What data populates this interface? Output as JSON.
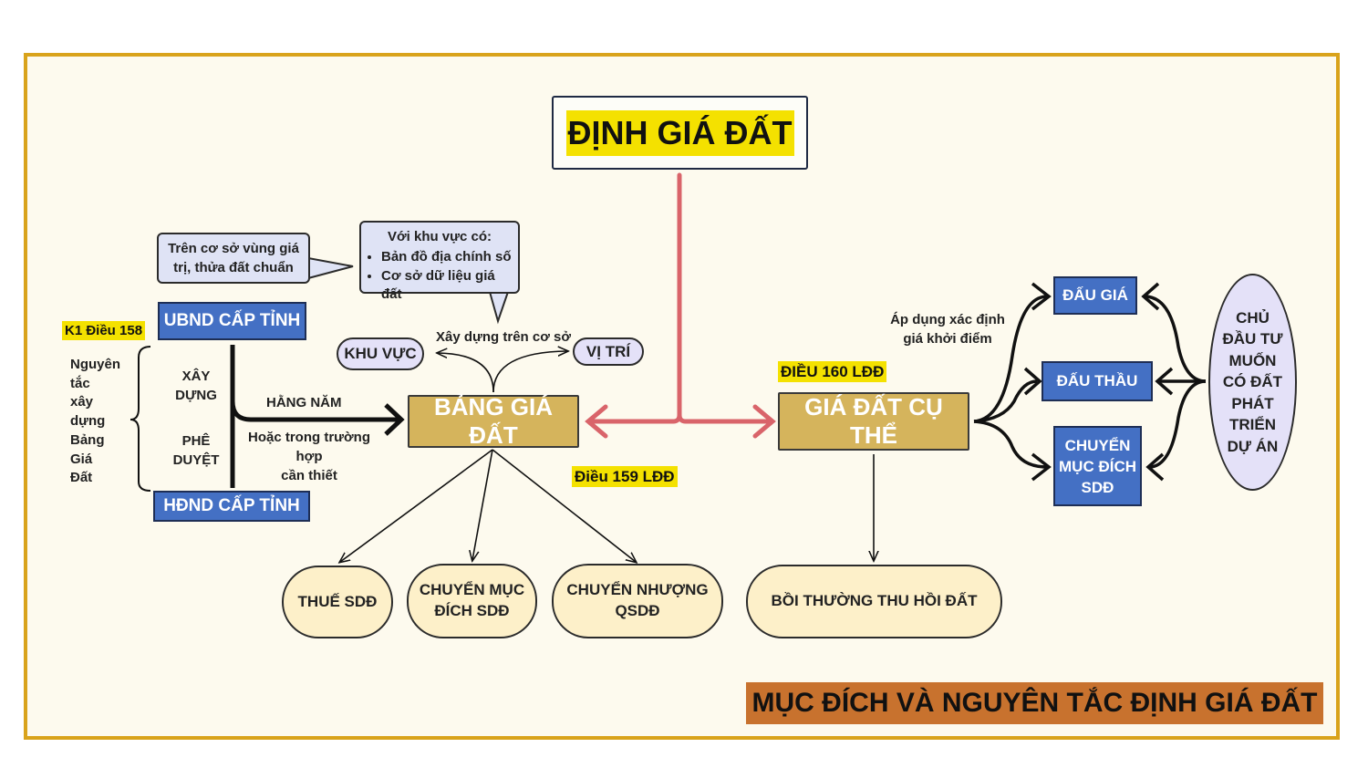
{
  "title": "ĐỊNH GIÁ ĐẤT",
  "footer": "MỤC ĐÍCH VÀ NGUYÊN TẮC ĐỊNH GIÁ ĐẤT",
  "left": {
    "tag": "K1 Điều 158",
    "principle": [
      "Nguyên",
      "tắc",
      "xây",
      "dựng",
      "Bảng",
      "Giá",
      "Đất"
    ],
    "ubnd": "UBND CẤP TỈNH",
    "hdnd": "HĐND CẤP TỈNH",
    "build_lines": [
      "XÂY",
      "DỰNG"
    ],
    "approve_lines": [
      "PHÊ",
      "DUYỆT"
    ],
    "yearly": "HẰNG NĂM",
    "or_needed": [
      "Hoặc trong trường hợp",
      "cần thiết"
    ],
    "callout_basis": [
      "Trên cơ sở vùng giá",
      "trị, thửa đất chuẩn"
    ],
    "callout_area": {
      "heading": "Với khu vực có:",
      "items": [
        "Bản đồ địa chính số",
        "Cơ sở dữ liệu giá đất"
      ]
    }
  },
  "center": {
    "bang_gia": "BẢNG GIÁ ĐẤT",
    "built_on": "Xây dựng trên cơ sở",
    "khu_vuc": "KHU VỰC",
    "vi_tri": "VỊ TRÍ",
    "dieu159": "Điều 159 LĐĐ",
    "uses": [
      [
        "THUẾ SDĐ"
      ],
      [
        "CHUYỂN MỤC",
        "ĐÍCH SDĐ"
      ],
      [
        "CHUYỂN NHƯỢNG",
        "QSDĐ"
      ]
    ]
  },
  "right": {
    "cu_the": "GIÁ ĐẤT CỤ THỂ",
    "dieu160": "ĐIỀU 160 LĐĐ",
    "apply": [
      "Áp dụng xác định",
      "giá khởi điểm"
    ],
    "dau_gia": "ĐẤU GIÁ",
    "dau_thau": "ĐẤU THẦU",
    "chuyen_muc_dich": [
      "CHUYỂN",
      "MỤC ĐÍCH",
      "SDĐ"
    ],
    "investor": [
      "CHỦ",
      "ĐẦU TƯ",
      "MUỐN",
      "CÓ ĐẤT",
      "PHÁT",
      "TRIỂN",
      "DỰ ÁN"
    ],
    "boi_thuong": "BỒI THƯỜNG THU HỒI ĐẤT"
  },
  "colors": {
    "frame": "#d9a31b",
    "gold": "#d5b45c",
    "blue": "#4470c4",
    "red_arrow": "#d9646a",
    "highlight": "#f4e100",
    "footer": "#c8722e"
  }
}
